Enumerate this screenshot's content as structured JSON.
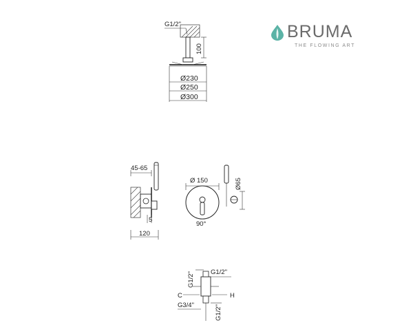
{
  "brand": {
    "name": "BRUMA",
    "tagline": "THE FLOWING ART",
    "accent_color": "#5bb3a6"
  },
  "shower_head": {
    "thread": "G1/2\"",
    "arm_length": "100",
    "diameters": [
      "Ø230",
      "Ø250",
      "Ø300"
    ]
  },
  "mixer_side": {
    "recess_depth": "45-65",
    "offset": "5",
    "projection": "120"
  },
  "mixer_front": {
    "plate_diameter": "Ø 150",
    "rotation": "90°",
    "holder_diameter": "Ø65"
  },
  "valve": {
    "top_left": "G1/2\"",
    "top_right": "G1/2\"",
    "left_c": "C",
    "right_h": "H",
    "bottom_left": "G3/4\"",
    "bottom_right": "G1/2\""
  }
}
